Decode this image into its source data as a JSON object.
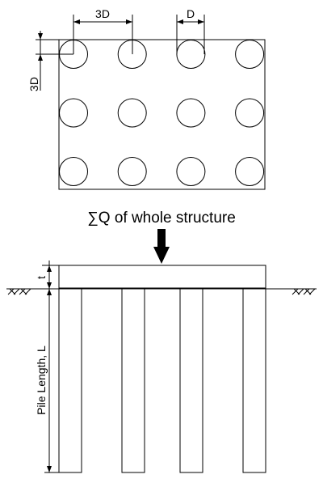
{
  "plan_view": {
    "rows": 3,
    "cols": 4,
    "spacing_label": "3D",
    "diameter_label": "D",
    "edge_label": "3D"
  },
  "section_view": {
    "load_label": "∑Q of whole structure",
    "cap_thickness_label": "t",
    "pile_length_label": "Pile Length, L",
    "pile_count": 4
  }
}
